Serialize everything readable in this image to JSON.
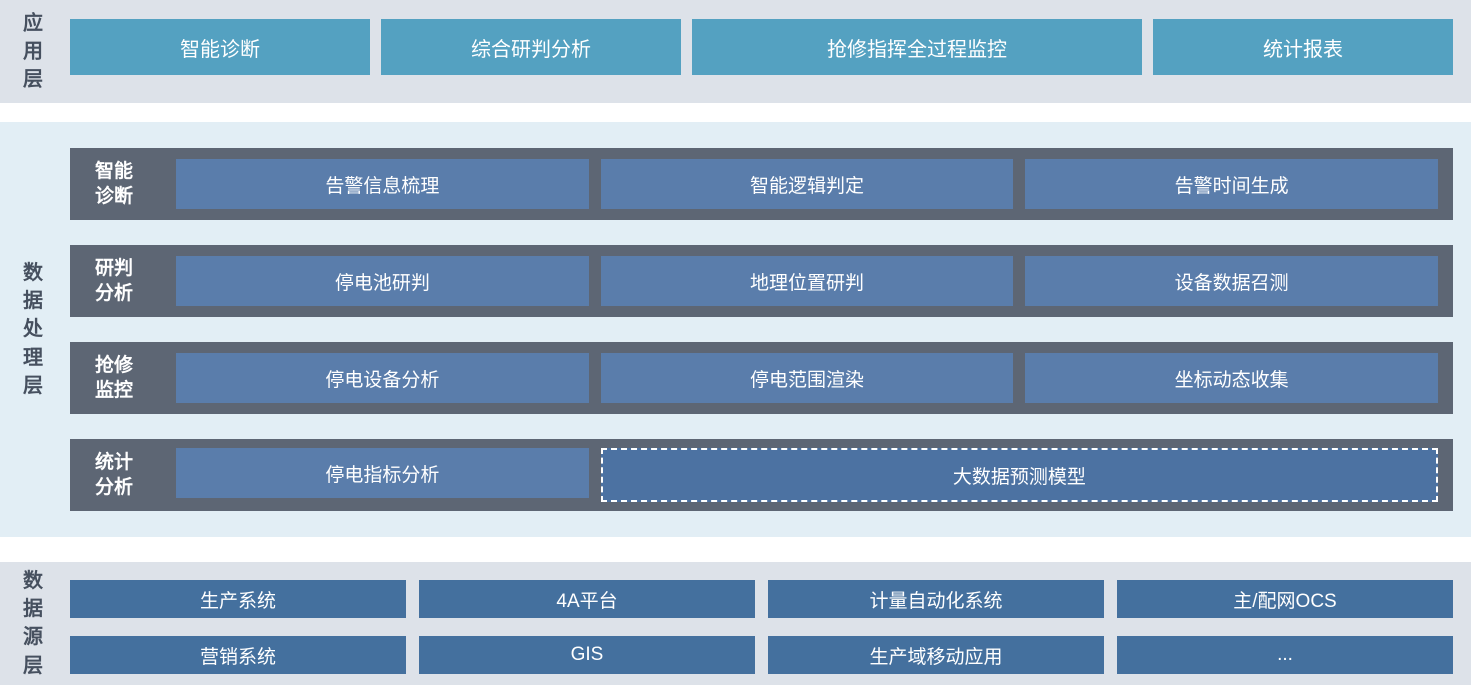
{
  "colors": {
    "app_band_bg": "#dde2e9",
    "processing_band_bg": "#e2eef5",
    "source_band_bg": "#dde2e9",
    "app_button": "#54a1c1",
    "processing_row_bg": "#5d6674",
    "processing_button": "#5a7dab",
    "dashed_button": "#4c72a2",
    "source_button": "#44709e",
    "label_text": "#46505f",
    "button_text": "#ffffff"
  },
  "app_layer": {
    "label": "应用层",
    "buttons": [
      "智能诊断",
      "综合研判分析",
      "抢修指挥全过程监控",
      "统计报表"
    ]
  },
  "processing_layer": {
    "label": "数据处理层",
    "rows": [
      {
        "label_line1": "智能",
        "label_line2": "诊断",
        "buttons": [
          "告警信息梳理",
          "智能逻辑判定",
          "告警时间生成"
        ]
      },
      {
        "label_line1": "研判",
        "label_line2": "分析",
        "buttons": [
          "停电池研判",
          "地理位置研判",
          "设备数据召测"
        ]
      },
      {
        "label_line1": "抢修",
        "label_line2": "监控",
        "buttons": [
          "停电设备分析",
          "停电范围渲染",
          "坐标动态收集"
        ]
      },
      {
        "label_line1": "统计",
        "label_line2": "分析",
        "buttons": [
          "停电指标分析",
          "大数据预测模型"
        ],
        "last_button_style": "dashed-border"
      }
    ]
  },
  "source_layer": {
    "label": "数据源层",
    "rows": [
      [
        "生产系统",
        "4A平台",
        "计量自动化系统",
        "主/配网OCS"
      ],
      [
        "营销系统",
        "GIS",
        "生产域移动应用",
        "..."
      ]
    ]
  }
}
